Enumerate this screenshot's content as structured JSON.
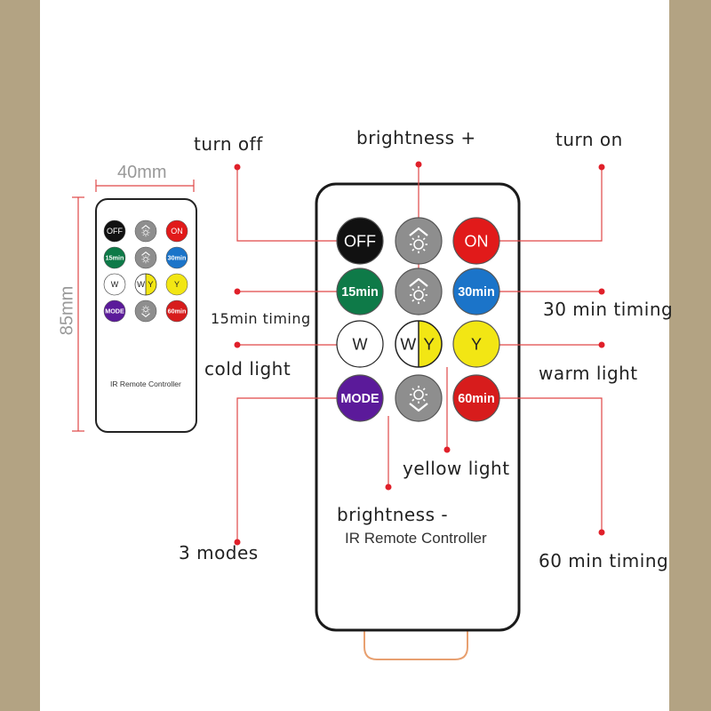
{
  "colors": {
    "background": "#b3a383",
    "panel": "#ffffff",
    "leader": "#e04848",
    "dot": "#e0202a",
    "off": "#111111",
    "on": "#e11a1a",
    "t15": "#0e7a48",
    "t30": "#1b74c9",
    "white": "#ffffff",
    "yellow": "#f2e614",
    "mode": "#5b1a9a",
    "t60": "#d71c1c",
    "gray": "#8e8e8e"
  },
  "dimensions": {
    "width": "40mm",
    "height": "85mm"
  },
  "remote": {
    "caption": "IR Remote Controller",
    "small_caption": "IR Remote Controller",
    "buttons": [
      {
        "key": "off",
        "label": "OFF",
        "color": "#111111",
        "text_color": "#ffffff",
        "icon": ""
      },
      {
        "key": "brightness-up",
        "label": "",
        "color": "#8e8e8e",
        "text_color": "#ffffff",
        "icon": "brightness-up-icon"
      },
      {
        "key": "on",
        "label": "ON",
        "color": "#e11a1a",
        "text_color": "#ffffff",
        "icon": ""
      },
      {
        "key": "15min",
        "label": "15min",
        "color": "#0e7a48",
        "text_color": "#ffffff",
        "icon": ""
      },
      {
        "key": "w-up",
        "label": "",
        "color": "#8e8e8e",
        "text_color": "#ffffff",
        "icon": "brightness-up-icon"
      },
      {
        "key": "30min",
        "label": "30min",
        "color": "#1b74c9",
        "text_color": "#ffffff",
        "icon": ""
      },
      {
        "key": "w",
        "label": "W",
        "color": "#ffffff",
        "text_color": "#222222",
        "icon": ""
      },
      {
        "key": "wy",
        "label": "WY",
        "color": "split",
        "text_color": "#222222",
        "icon": ""
      },
      {
        "key": "y",
        "label": "Y",
        "color": "#f2e614",
        "text_color": "#222222",
        "icon": ""
      },
      {
        "key": "mode",
        "label": "MODE",
        "color": "#5b1a9a",
        "text_color": "#ffffff",
        "icon": ""
      },
      {
        "key": "brightness-down",
        "label": "",
        "color": "#8e8e8e",
        "text_color": "#ffffff",
        "icon": "brightness-down-icon"
      },
      {
        "key": "60min",
        "label": "60min",
        "color": "#d71c1c",
        "text_color": "#ffffff",
        "icon": ""
      }
    ]
  },
  "labels": {
    "turn_off": "turn off",
    "brightness_plus": "brightness +",
    "turn_on": "turn on",
    "timing_15": "15min timing",
    "timing_30": "30 min timing",
    "cold_light": "cold light",
    "warm_light": "warm light",
    "yellow_light": "yellow light",
    "brightness_minus": "brightness -",
    "three_modes": "3 modes",
    "timing_60": "60 min timing"
  }
}
